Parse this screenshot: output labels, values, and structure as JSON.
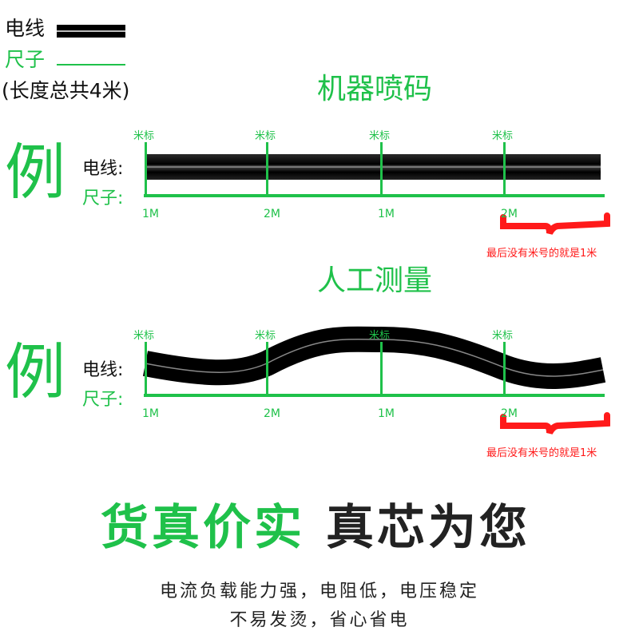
{
  "legend": {
    "wire_label": "电线",
    "ruler_label": "尺子",
    "total_length": "(长度总共4米)"
  },
  "sections": [
    {
      "title": "机器喷码",
      "example": "例",
      "wire_label": "电线:",
      "ruler_label": "尺子:",
      "marks": [
        "米标",
        "米标",
        "米标",
        "米标"
      ],
      "meters": [
        "1M",
        "2M",
        "1M",
        "2M"
      ],
      "note": "最后没有米号的就是1米"
    },
    {
      "title": "人工测量",
      "example": "例",
      "wire_label": "电线:",
      "ruler_label": "尺子:",
      "marks": [
        "米标",
        "米标",
        "米标",
        "米标"
      ],
      "meters": [
        "1M",
        "2M",
        "1M",
        "2M"
      ],
      "note": "最后没有米号的就是1米"
    }
  ],
  "slogan": {
    "left": "货真价实",
    "right": "真芯为您"
  },
  "description": [
    "电流负载能力强，电阻低，电压稳定",
    "不易发烫，省心省电"
  ],
  "colors": {
    "green": "#1fc14a",
    "red": "#ff1a1a",
    "wire": "#111111"
  }
}
